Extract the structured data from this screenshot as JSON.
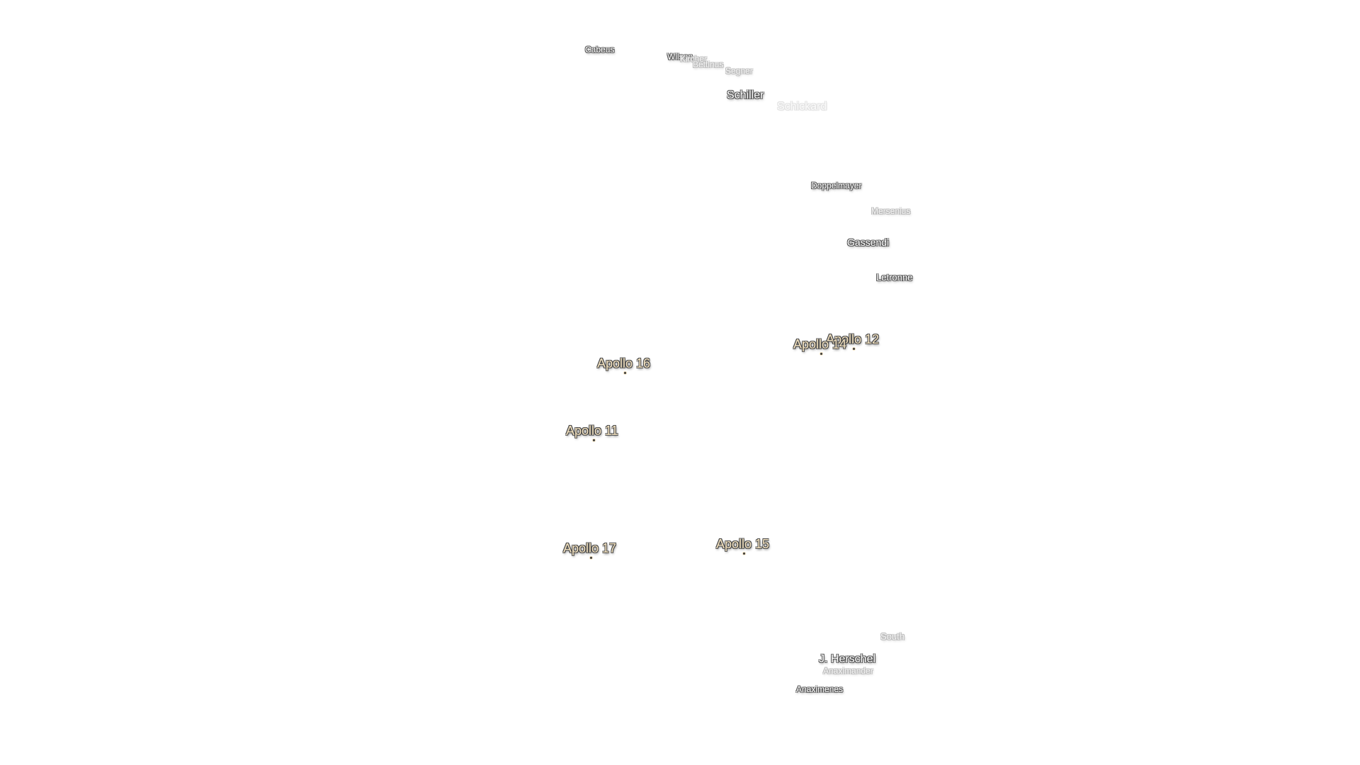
{
  "craters": [
    {
      "id": "cabeus",
      "name": "Cabeus"
    },
    {
      "id": "wilson",
      "name": "Wilson"
    },
    {
      "id": "kircher",
      "name": "Kircher"
    },
    {
      "id": "bettinus",
      "name": "Bettinus"
    },
    {
      "id": "segner",
      "name": "Segner"
    },
    {
      "id": "schiller",
      "name": "Schiller"
    },
    {
      "id": "schickard",
      "name": "Schickard"
    },
    {
      "id": "doppelmayer",
      "name": "Doppelmayer"
    },
    {
      "id": "mersenius",
      "name": "Mersenius"
    },
    {
      "id": "gassendi",
      "name": "Gassendi"
    },
    {
      "id": "letronne",
      "name": "Letronne"
    },
    {
      "id": "south",
      "name": "South"
    },
    {
      "id": "j-herschel",
      "name": "J. Herschel"
    },
    {
      "id": "anaximander",
      "name": "Anaximander"
    },
    {
      "id": "anaximenes",
      "name": "Anaximenes"
    }
  ],
  "apollo_sites": [
    {
      "id": "apollo-12",
      "name": "Apollo 12"
    },
    {
      "id": "apollo-14",
      "name": "Apollo 14"
    },
    {
      "id": "apollo-16",
      "name": "Apollo 16"
    },
    {
      "id": "apollo-11",
      "name": "Apollo 11"
    },
    {
      "id": "apollo-17",
      "name": "Apollo 17"
    },
    {
      "id": "apollo-15",
      "name": "Apollo 15"
    }
  ]
}
